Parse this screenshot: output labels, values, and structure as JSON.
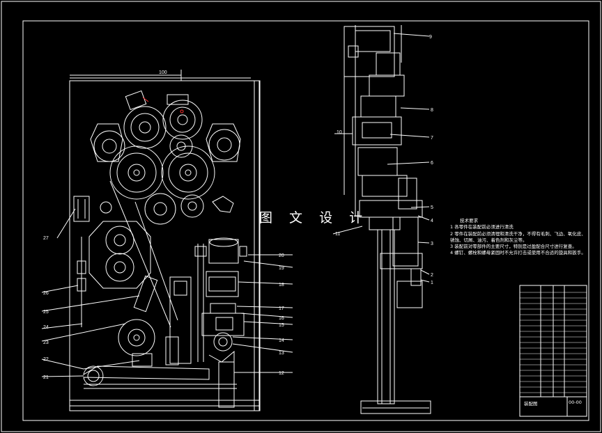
{
  "watermark": "图 文 设 计",
  "notes": {
    "title": "技术要求",
    "items": [
      "1 各零件在装配前必须进行清洗",
      "2 零件在装配前必须清理和清洗干净，不得有毛刺、飞边、氧化皮、锈蚀、切屑、油污、着色剂和灰尘等。",
      "3 装配前对零部件的主要尺寸，特别是过盈配合尺寸进行复查。",
      "4 螺钉、螺栓和螺母紧固时不允许打击或使用不合适的旋具和扳手。"
    ]
  },
  "title_block": {
    "name": "装配图",
    "code": "00-00"
  },
  "callouts_left": [
    "27",
    "26",
    "25",
    "24",
    "23",
    "22",
    "21"
  ],
  "callouts_right": [
    "20",
    "19",
    "18",
    "17",
    "16",
    "15",
    "14",
    "13",
    "12"
  ],
  "callouts_side": [
    "9",
    "8",
    "7",
    "6",
    "5",
    "4",
    "3",
    "2",
    "1",
    "10",
    "11"
  ],
  "colors": {
    "line": "#ffffff",
    "background": "#000000",
    "highlight": "#ff3030"
  }
}
